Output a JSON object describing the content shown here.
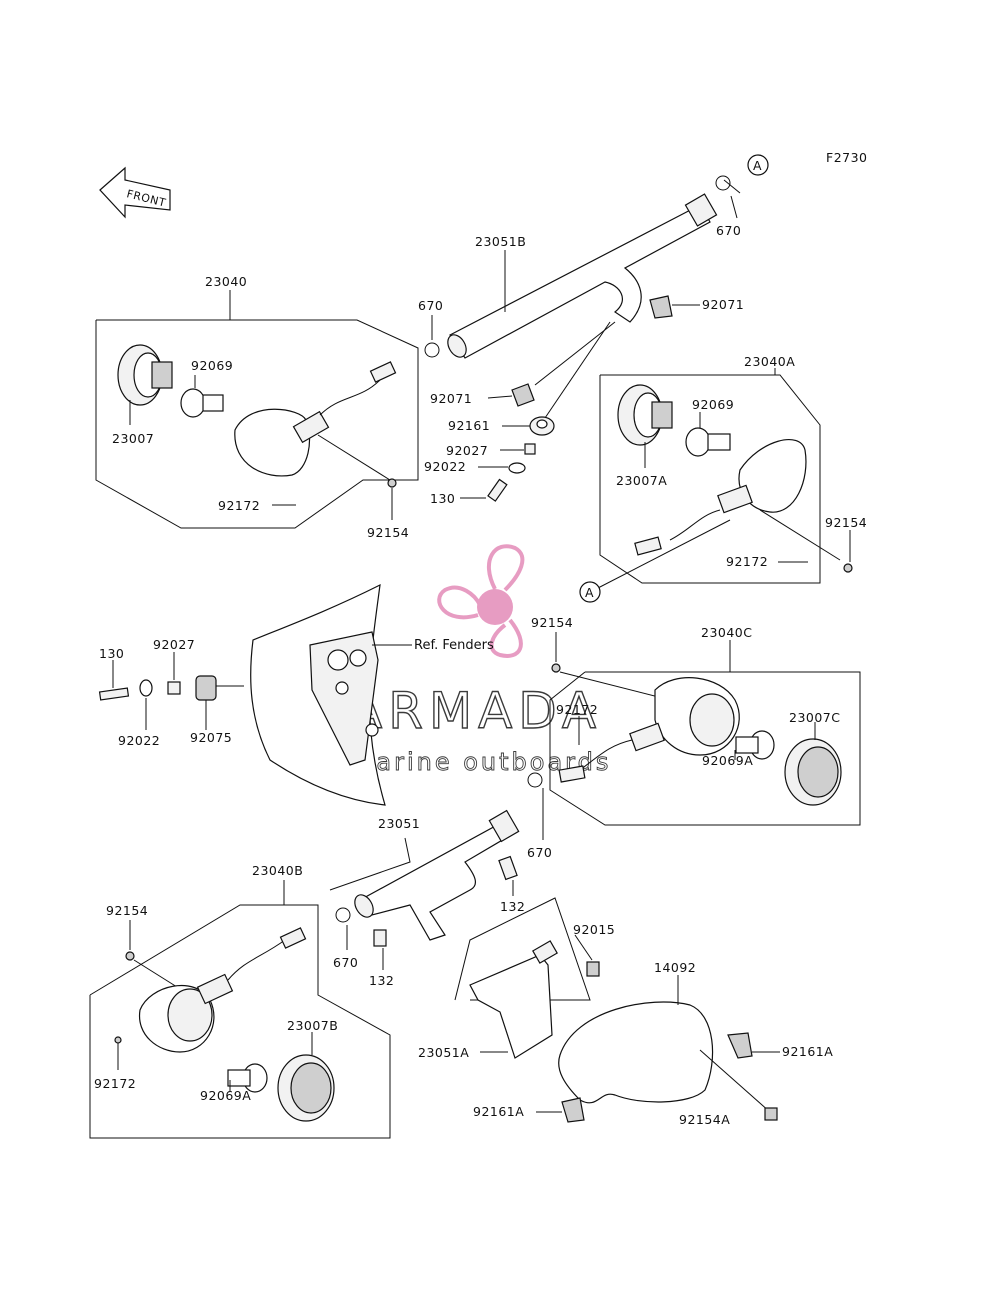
{
  "figure_code": "F2730",
  "front_arrow": "FRONT",
  "ref_fenders": "Ref. Fenders",
  "watermark": {
    "title": "ARMADA",
    "subtitle": "marine outboards",
    "accent_color": "#e38bb8"
  },
  "callout_a": "A",
  "labels": {
    "l_23040": "23040",
    "l_23051B": "23051B",
    "l_670_top": "670",
    "l_670_mid": "670",
    "l_670_right": "670",
    "l_670_lower": "670",
    "l_92071_top": "92071",
    "l_92071_left": "92071",
    "l_92069": "92069",
    "l_23007": "23007",
    "l_92172_left": "92172",
    "l_92154_left": "92154",
    "l_92161": "92161",
    "l_92027_top": "92027",
    "l_92022_top": "92022",
    "l_130_top": "130",
    "l_23040A": "23040A",
    "l_92069_r": "92069",
    "l_23007A": "23007A",
    "l_92154_r": "92154",
    "l_92172_r": "92172",
    "l_130_left": "130",
    "l_92027_left": "92027",
    "l_92022_left": "92022",
    "l_92075": "92075",
    "l_92154_mid": "92154",
    "l_23040C": "23040C",
    "l_92172_mid": "92172",
    "l_23007C": "23007C",
    "l_92069A_r": "92069A",
    "l_23051": "23051",
    "l_132_r": "132",
    "l_132_l": "132",
    "l_23040B": "23040B",
    "l_92154_b": "92154",
    "l_92015": "92015",
    "l_14092": "14092",
    "l_92161A_r": "92161A",
    "l_23051A": "23051A",
    "l_92172_b": "92172",
    "l_92069A_b": "92069A",
    "l_23007B": "23007B",
    "l_92161A_b": "92161A",
    "l_92154A": "92154A"
  }
}
